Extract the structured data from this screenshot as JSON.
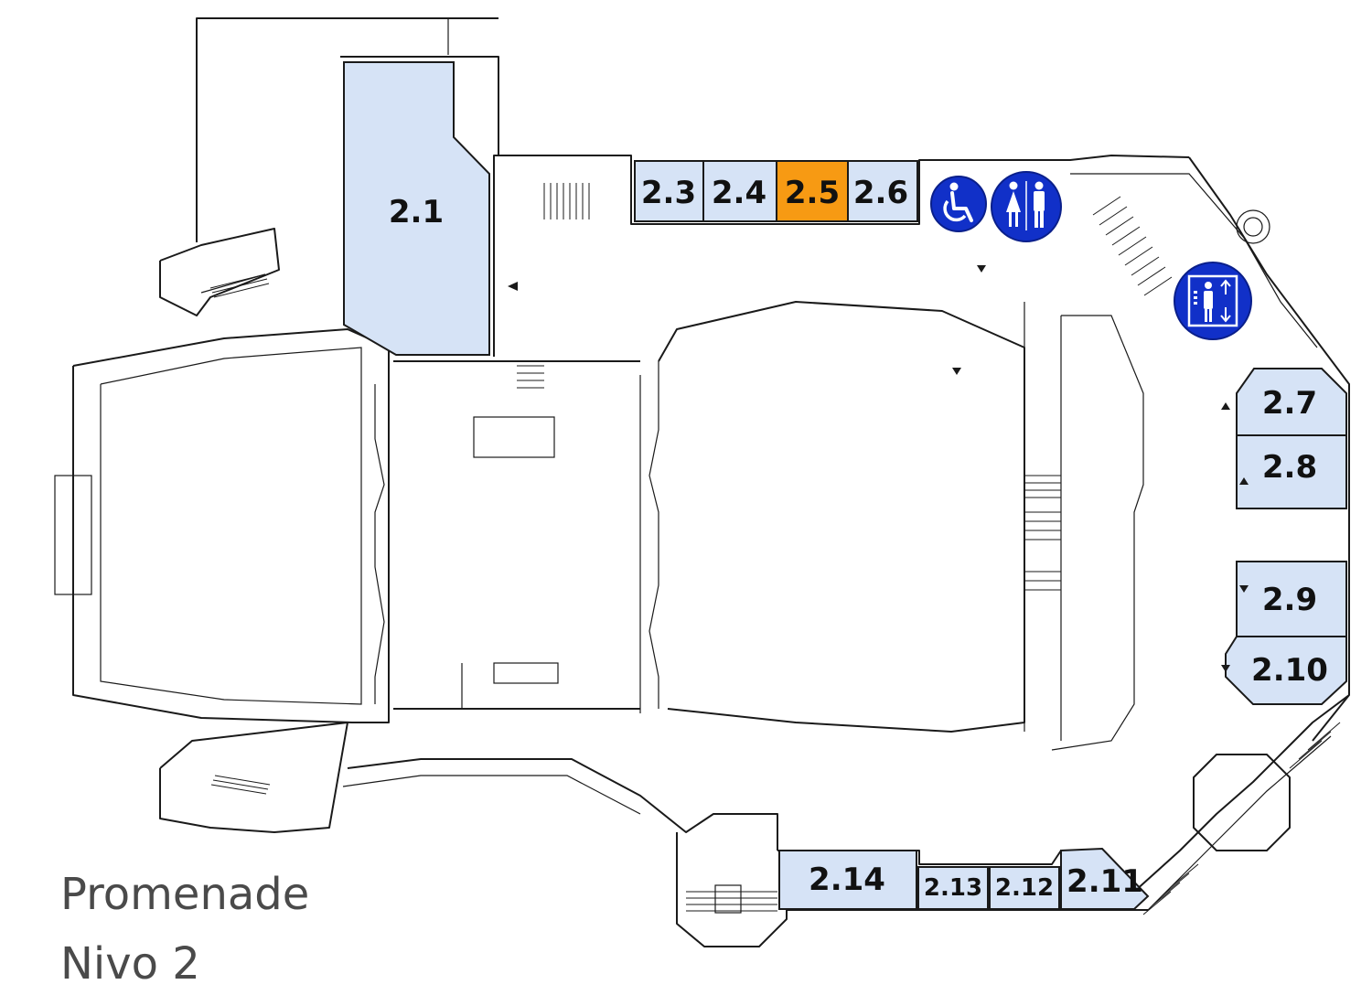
{
  "map": {
    "title": "Promenade",
    "subtitle": "Nivo 2",
    "colors": {
      "room_fill": "#d6e3f6",
      "highlight_fill": "#f79a13",
      "icon_blue": "#1130c8",
      "wall": "#1a1a1a",
      "title_text": "#4a4a4a"
    },
    "highlighted_room": "2.5",
    "rooms": [
      {
        "id": "2.1",
        "label": "2.1"
      },
      {
        "id": "2.3",
        "label": "2.3"
      },
      {
        "id": "2.4",
        "label": "2.4"
      },
      {
        "id": "2.5",
        "label": "2.5"
      },
      {
        "id": "2.6",
        "label": "2.6"
      },
      {
        "id": "2.7",
        "label": "2.7"
      },
      {
        "id": "2.8",
        "label": "2.8"
      },
      {
        "id": "2.9",
        "label": "2.9"
      },
      {
        "id": "2.10",
        "label": "2.10"
      },
      {
        "id": "2.11",
        "label": "2.11"
      },
      {
        "id": "2.12",
        "label": "2.12"
      },
      {
        "id": "2.13",
        "label": "2.13"
      },
      {
        "id": "2.14",
        "label": "2.14"
      }
    ],
    "icons": [
      {
        "name": "wheelchair-accessible-icon"
      },
      {
        "name": "restroom-icon"
      },
      {
        "name": "elevator-icon"
      }
    ]
  }
}
